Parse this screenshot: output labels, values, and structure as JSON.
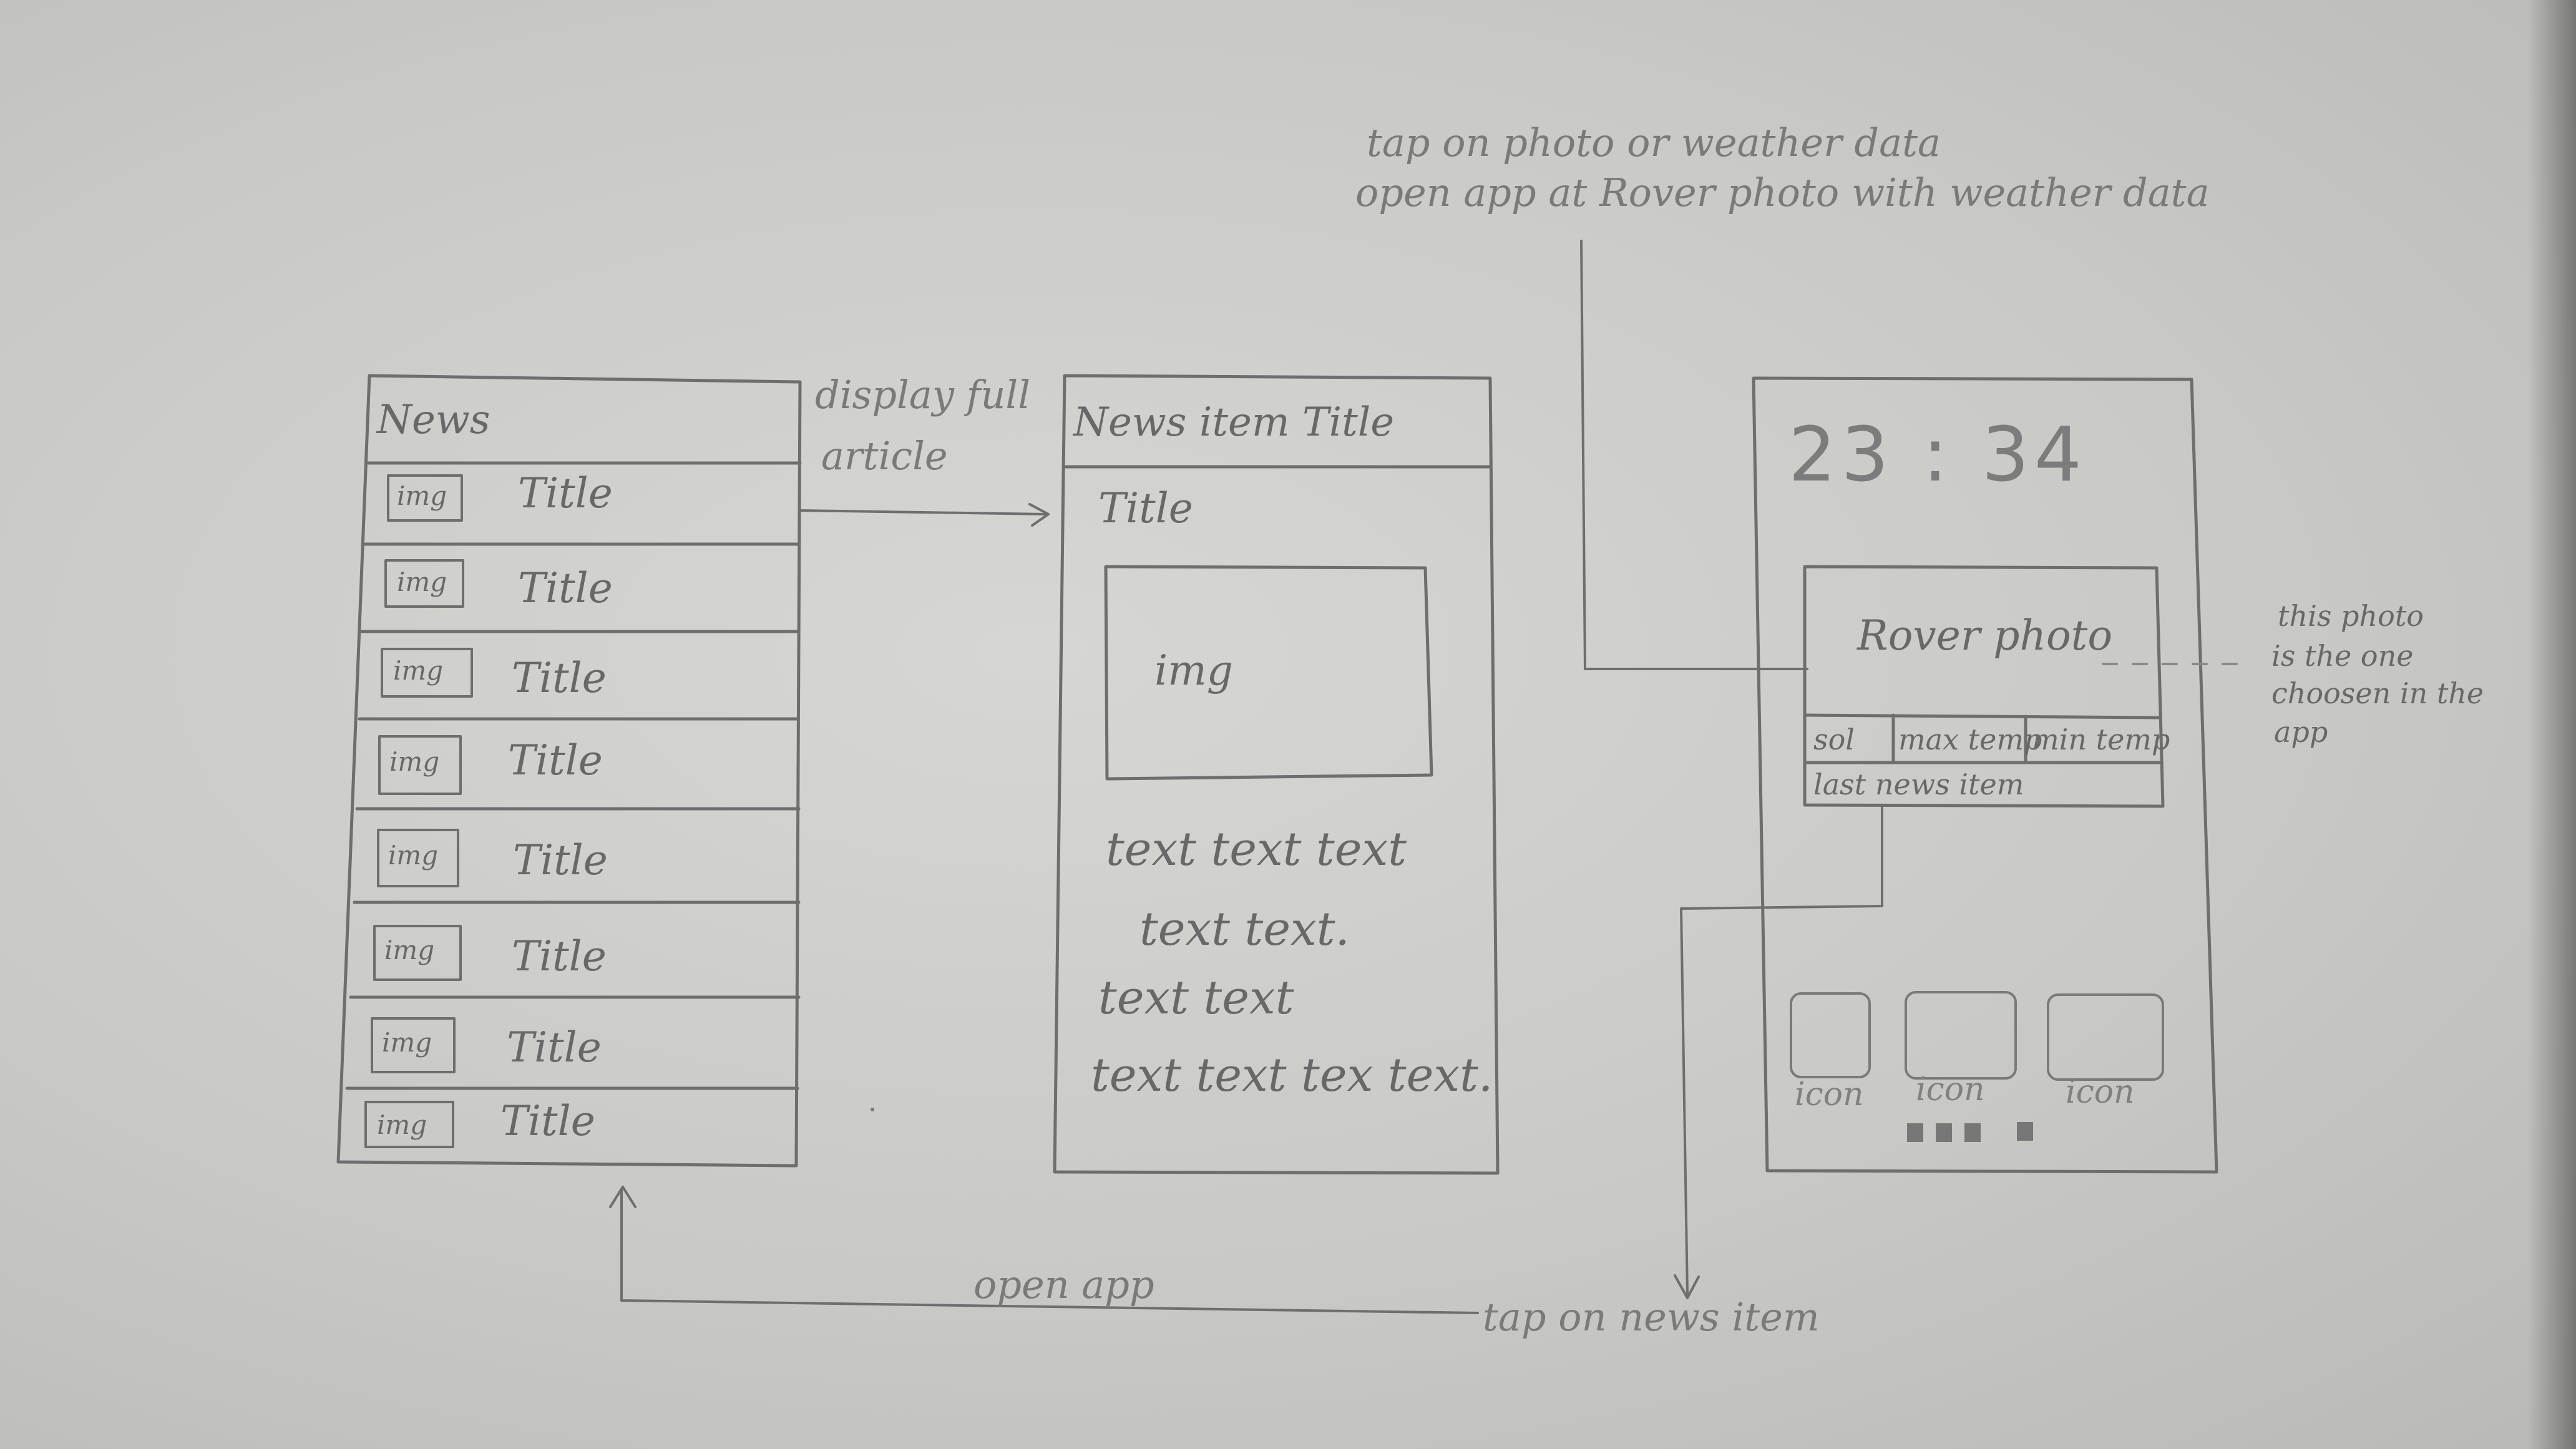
{
  "news_list": {
    "header": "News",
    "rows": [
      {
        "img": "img",
        "title": "Title"
      },
      {
        "img": "img",
        "title": "Title"
      },
      {
        "img": "img",
        "title": "Title"
      },
      {
        "img": "img",
        "title": "Title"
      },
      {
        "img": "img",
        "title": "Title"
      },
      {
        "img": "img",
        "title": "Title"
      },
      {
        "img": "img",
        "title": "Title"
      },
      {
        "img": "img",
        "title": "Title"
      }
    ]
  },
  "article": {
    "header": "News item Title",
    "title": "Title",
    "image": "img",
    "text_lines": [
      "text  text  text",
      "text   text.",
      "text   text",
      "text  text  tex text."
    ]
  },
  "widget": {
    "clock": "23 : 34",
    "photo": "Rover photo",
    "weather": [
      "sol",
      "max temp",
      "min temp"
    ],
    "last_news": "last news item",
    "icons": [
      "icon",
      "icon",
      "icon"
    ]
  },
  "annotations": {
    "display_full": "display full",
    "article": "article",
    "tap_photo_1": "tap on photo or weather data",
    "tap_photo_2": "open app at Rover photo with weather data",
    "photo_note": [
      "this photo",
      "is the one",
      "choosen in the",
      "app"
    ],
    "open_app": "open app",
    "tap_news": "tap on news item"
  }
}
